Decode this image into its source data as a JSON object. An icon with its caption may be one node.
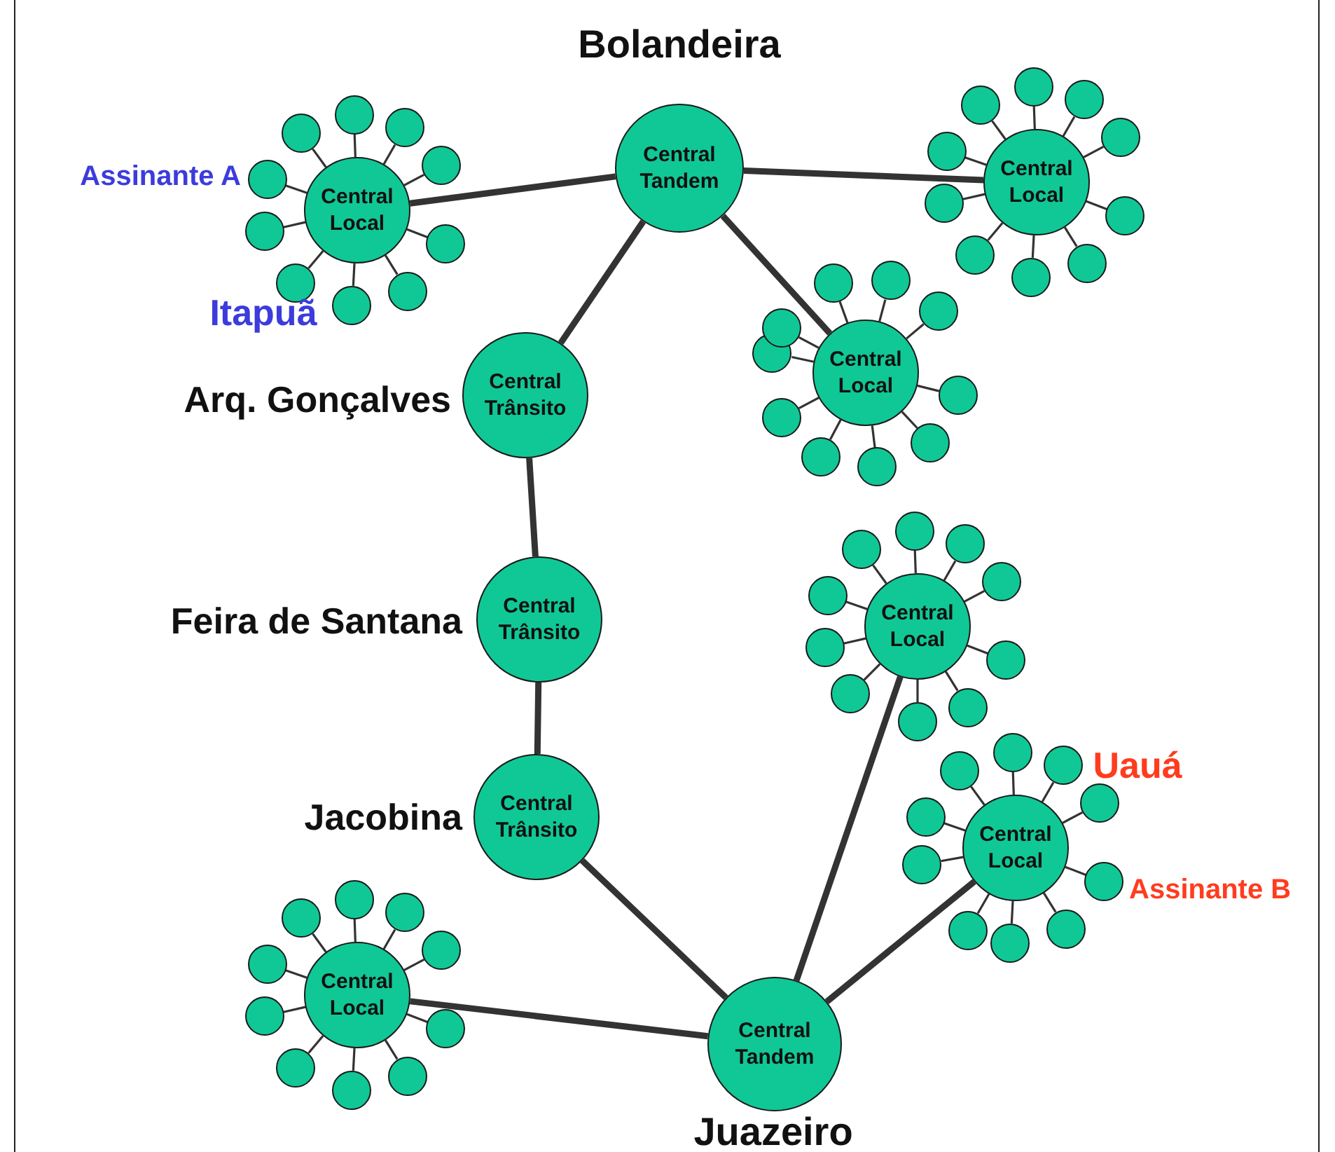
{
  "diagram": {
    "nodes": [
      {
        "text": [
          "Central Tandem"
        ],
        "beside": [
          "Bolandeira"
        ]
      },
      {
        "text": [
          "Central Local"
        ]
      },
      {
        "text": [
          "Central Local"
        ]
      },
      {
        "text": [
          "Central Local"
        ]
      },
      {
        "text": [
          "Central Trânsito"
        ],
        "beside": [
          "Arq. Gonçalves"
        ]
      },
      {
        "text": [
          "Central Trânsito"
        ],
        "beside": [
          "Feira de Santana"
        ]
      },
      {
        "text": [
          "Central Local"
        ]
      },
      {
        "text": [
          "Central Trânsito"
        ],
        "beside": [
          "Jacobina"
        ]
      },
      {
        "text": [
          "Central Local"
        ]
      },
      {
        "text": [
          "Central Local"
        ]
      },
      {
        "text": [
          "Central Tandem"
        ],
        "beside": [
          "Juazeiro"
        ]
      },
      {
        "text": [],
        "shape": "circle"
      },
      {
        "text": [],
        "shape": "circle"
      },
      {
        "text": [],
        "shape": "circle"
      },
      {
        "text": [],
        "shape": "circle"
      },
      {
        "text": [],
        "shape": "circle"
      },
      {
        "text": [],
        "shape": "circle"
      },
      {
        "text": [],
        "shape": "circle"
      },
      {
        "text": [],
        "shape": "circle"
      },
      {
        "text": [],
        "shape": "circle",
        "beside": [
          "Assinante A"
        ]
      },
      {
        "text": [],
        "shape": "circle"
      },
      {
        "text": [],
        "shape": "circle"
      },
      {
        "text": [],
        "shape": "circle"
      },
      {
        "text": [],
        "shape": "circle"
      },
      {
        "text": [],
        "shape": "circle"
      },
      {
        "text": [],
        "shape": "circle"
      },
      {
        "text": [],
        "shape": "circle"
      },
      {
        "text": [],
        "shape": "circle"
      },
      {
        "text": [],
        "shape": "circle"
      },
      {
        "text": [],
        "shape": "circle"
      },
      {
        "text": [],
        "shape": "circle"
      },
      {
        "text": [],
        "shape": "circle"
      },
      {
        "text": [],
        "shape": "circle"
      },
      {
        "text": [],
        "shape": "circle"
      },
      {
        "text": [],
        "shape": "circle"
      },
      {
        "text": [],
        "shape": "circle"
      },
      {
        "text": [],
        "shape": "circle"
      },
      {
        "text": [],
        "shape": "circle"
      },
      {
        "text": [],
        "shape": "circle"
      },
      {
        "text": [],
        "shape": "circle"
      },
      {
        "text": [],
        "shape": "circle"
      },
      {
        "text": [],
        "shape": "circle"
      },
      {
        "text": [],
        "shape": "circle"
      },
      {
        "text": [],
        "shape": "circle"
      },
      {
        "text": [],
        "shape": "circle"
      },
      {
        "text": [],
        "shape": "circle"
      },
      {
        "text": [],
        "shape": "circle"
      },
      {
        "text": [],
        "shape": "circle"
      },
      {
        "text": [],
        "shape": "circle"
      },
      {
        "text": [],
        "shape": "circle"
      },
      {
        "text": [],
        "shape": "circle"
      },
      {
        "text": [],
        "shape": "circle"
      },
      {
        "text": [],
        "shape": "circle"
      },
      {
        "text": [],
        "shape": "circle"
      },
      {
        "text": [],
        "shape": "circle",
        "beside": [
          "Assinante B"
        ]
      },
      {
        "text": [],
        "shape": "circle"
      },
      {
        "text": [],
        "shape": "circle"
      },
      {
        "text": [],
        "shape": "circle"
      },
      {
        "text": [],
        "shape": "circle"
      },
      {
        "text": [],
        "shape": "circle"
      },
      {
        "text": [],
        "shape": "circle"
      },
      {
        "text": [],
        "shape": "circle"
      },
      {
        "text": [],
        "shape": "circle"
      },
      {
        "text": [],
        "shape": "circle"
      },
      {
        "text": [],
        "shape": "circle"
      },
      {
        "text": [],
        "shape": "circle"
      },
      {
        "text": [],
        "shape": "circle"
      },
      {
        "text": [],
        "shape": "circle"
      },
      {
        "text": [],
        "shape": "circle"
      },
      {
        "text": [],
        "shape": "circle"
      },
      {
        "text": [],
        "shape": "circle"
      }
    ],
    "edges": [
      {
        "from": 0,
        "to": 1,
        "arrow": "none",
        "style": "thick"
      },
      {
        "from": 0,
        "to": 2,
        "arrow": "none",
        "style": "thick"
      },
      {
        "from": 0,
        "to": 3,
        "arrow": "none",
        "style": "thick"
      },
      {
        "from": 0,
        "to": 4,
        "arrow": "none",
        "style": "thick"
      },
      {
        "from": 4,
        "to": 5,
        "arrow": "none",
        "style": "thick"
      },
      {
        "from": 5,
        "to": 7,
        "arrow": "none",
        "style": "thick"
      },
      {
        "from": 7,
        "to": 10,
        "arrow": "none",
        "style": "thick"
      },
      {
        "from": 9,
        "to": 10,
        "arrow": "none",
        "style": "thick"
      },
      {
        "from": 10,
        "to": 6,
        "arrow": "none",
        "style": "thick"
      },
      {
        "from": 10,
        "to": 8,
        "arrow": "none",
        "style": "thick"
      },
      {
        "from": 1,
        "to": 11,
        "arrow": "none"
      },
      {
        "from": 1,
        "to": 12,
        "arrow": "none"
      },
      {
        "from": 1,
        "to": 13,
        "arrow": "none"
      },
      {
        "from": 1,
        "to": 14,
        "arrow": "none"
      },
      {
        "from": 1,
        "to": 15,
        "arrow": "none"
      },
      {
        "from": 1,
        "to": 16,
        "arrow": "none"
      },
      {
        "from": 1,
        "to": 17,
        "arrow": "none"
      },
      {
        "from": 1,
        "to": 18,
        "arrow": "none"
      },
      {
        "from": 1,
        "to": 19,
        "arrow": "none"
      },
      {
        "from": 1,
        "to": 20,
        "arrow": "none"
      },
      {
        "from": 2,
        "to": 21,
        "arrow": "none"
      },
      {
        "from": 2,
        "to": 22,
        "arrow": "none"
      },
      {
        "from": 2,
        "to": 23,
        "arrow": "none"
      },
      {
        "from": 2,
        "to": 24,
        "arrow": "none"
      },
      {
        "from": 2,
        "to": 25,
        "arrow": "none"
      },
      {
        "from": 2,
        "to": 26,
        "arrow": "none"
      },
      {
        "from": 2,
        "to": 27,
        "arrow": "none"
      },
      {
        "from": 2,
        "to": 28,
        "arrow": "none"
      },
      {
        "from": 2,
        "to": 29,
        "arrow": "none"
      },
      {
        "from": 2,
        "to": 30,
        "arrow": "none"
      },
      {
        "from": 3,
        "to": 31,
        "arrow": "none"
      },
      {
        "from": 3,
        "to": 32,
        "arrow": "none"
      },
      {
        "from": 3,
        "to": 33,
        "arrow": "none"
      },
      {
        "from": 3,
        "to": 34,
        "arrow": "none"
      },
      {
        "from": 3,
        "to": 35,
        "arrow": "none"
      },
      {
        "from": 3,
        "to": 36,
        "arrow": "none"
      },
      {
        "from": 3,
        "to": 37,
        "arrow": "none"
      },
      {
        "from": 3,
        "to": 38,
        "arrow": "none"
      },
      {
        "from": 3,
        "to": 39,
        "arrow": "none"
      },
      {
        "from": 3,
        "to": 40,
        "arrow": "none"
      },
      {
        "from": 6,
        "to": 41,
        "arrow": "none"
      },
      {
        "from": 6,
        "to": 42,
        "arrow": "none"
      },
      {
        "from": 6,
        "to": 43,
        "arrow": "none"
      },
      {
        "from": 6,
        "to": 44,
        "arrow": "none"
      },
      {
        "from": 6,
        "to": 45,
        "arrow": "none"
      },
      {
        "from": 6,
        "to": 46,
        "arrow": "none"
      },
      {
        "from": 6,
        "to": 47,
        "arrow": "none"
      },
      {
        "from": 6,
        "to": 48,
        "arrow": "none"
      },
      {
        "from": 6,
        "to": 49,
        "arrow": "none"
      },
      {
        "from": 6,
        "to": 50,
        "arrow": "none"
      },
      {
        "from": 8,
        "to": 51,
        "arrow": "none"
      },
      {
        "from": 8,
        "to": 52,
        "arrow": "none"
      },
      {
        "from": 8,
        "to": 53,
        "arrow": "none"
      },
      {
        "from": 8,
        "to": 54,
        "arrow": "none"
      },
      {
        "from": 8,
        "to": 55,
        "arrow": "none"
      },
      {
        "from": 8,
        "to": 56,
        "arrow": "none"
      },
      {
        "from": 8,
        "to": 57,
        "arrow": "none"
      },
      {
        "from": 8,
        "to": 58,
        "arrow": "none"
      },
      {
        "from": 8,
        "to": 59,
        "arrow": "none"
      },
      {
        "from": 8,
        "to": 60,
        "arrow": "none"
      },
      {
        "from": 9,
        "to": 61,
        "arrow": "none"
      },
      {
        "from": 9,
        "to": 62,
        "arrow": "none"
      },
      {
        "from": 9,
        "to": 63,
        "arrow": "none"
      },
      {
        "from": 9,
        "to": 64,
        "arrow": "none"
      },
      {
        "from": 9,
        "to": 65,
        "arrow": "none"
      },
      {
        "from": 9,
        "to": 66,
        "arrow": "none"
      },
      {
        "from": 9,
        "to": 67,
        "arrow": "none"
      },
      {
        "from": 9,
        "to": 68,
        "arrow": "none"
      },
      {
        "from": 9,
        "to": 69,
        "arrow": "none"
      },
      {
        "from": 9,
        "to": 70,
        "arrow": "none"
      }
    ],
    "labels": [
      "Itapuã",
      "Uauá"
    ]
  }
}
